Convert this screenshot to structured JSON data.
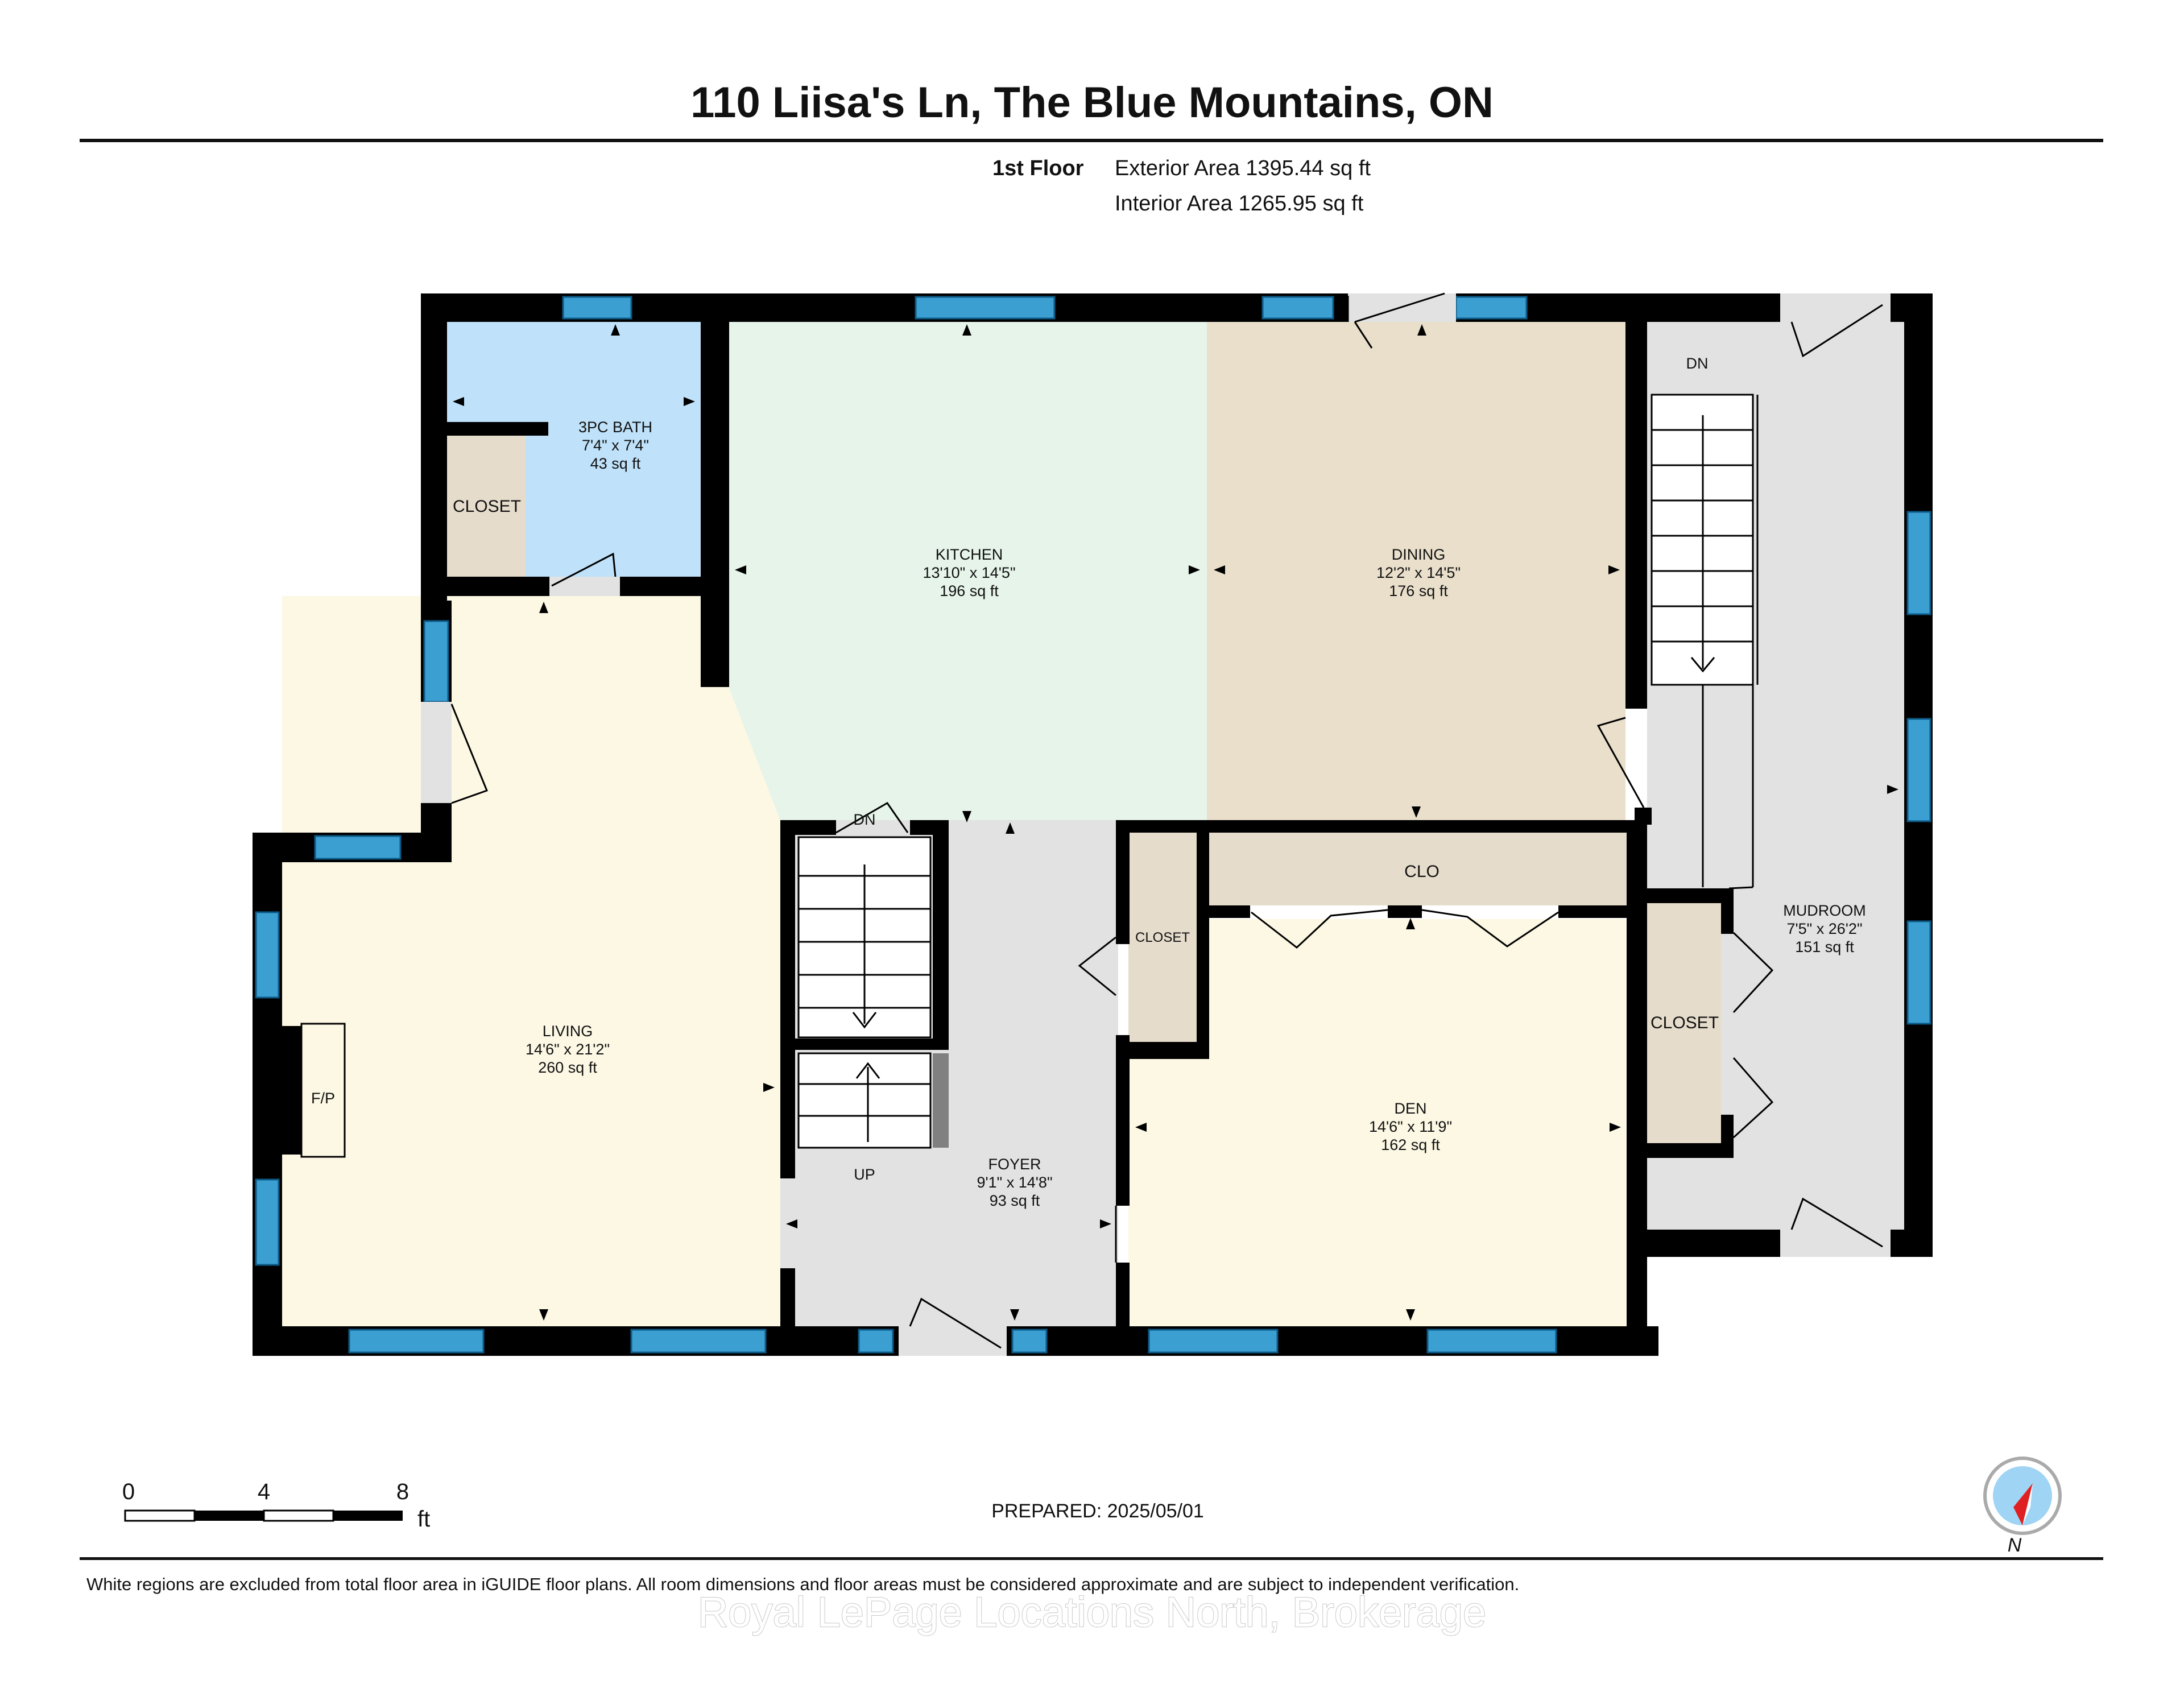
{
  "header": {
    "title": "110 Liisa's Ln, The Blue Mountains, ON",
    "floor_label": "1st Floor",
    "exterior_area": "Exterior Area 1395.44 sq ft",
    "interior_area": "Interior Area 1265.95 sq ft"
  },
  "rooms": {
    "bath": {
      "name": "3PC BATH",
      "dims": "7'4\" x 7'4\"",
      "area": "43 sq ft",
      "color": "#bfe2fa"
    },
    "kitchen": {
      "name": "KITCHEN",
      "dims": "13'10\" x 14'5\"",
      "area": "196 sq ft",
      "color": "#e6f4ea"
    },
    "dining": {
      "name": "DINING",
      "dims": "12'2\" x 14'5\"",
      "area": "176 sq ft",
      "color": "#e9dfcb"
    },
    "living": {
      "name": "LIVING",
      "dims": "14'6\" x 21'2\"",
      "area": "260 sq ft",
      "color": "#fcf8e4"
    },
    "foyer": {
      "name": "FOYER",
      "dims": "9'1\" x 14'8\"",
      "area": "93 sq ft",
      "color": "#e2e2e2"
    },
    "den": {
      "name": "DEN",
      "dims": "14'6\" x 11'9\"",
      "area": "162 sq ft",
      "color": "#fcf8e4"
    },
    "mudroom": {
      "name": "MUDROOM",
      "dims": "7'5\" x 26'2\"",
      "area": "151 sq ft",
      "color": "#e2e2e2"
    }
  },
  "labels": {
    "closet_bath": "CLOSET",
    "closet_foyer": "CLOSET",
    "closet_mud": "CLOSET",
    "clo": "CLO",
    "fireplace": "F/P",
    "stairs_down_mud": "DN",
    "stairs_down_foyer": "DN",
    "stairs_up": "UP"
  },
  "colors": {
    "closet": "#e5dccb",
    "window": "#3c9fd2",
    "wall": "#000000"
  },
  "scale_bar": {
    "ticks": [
      "0",
      "4",
      "8"
    ],
    "unit": "ft"
  },
  "prepared": "PREPARED: 2025/05/01",
  "compass": {
    "label": "N"
  },
  "footer_note": "White regions are excluded from total floor area in iGUIDE floor plans. All room dimensions and floor areas must be considered approximate and are subject to independent verification.",
  "watermark": "Royal LePage Locations North, Brokerage"
}
